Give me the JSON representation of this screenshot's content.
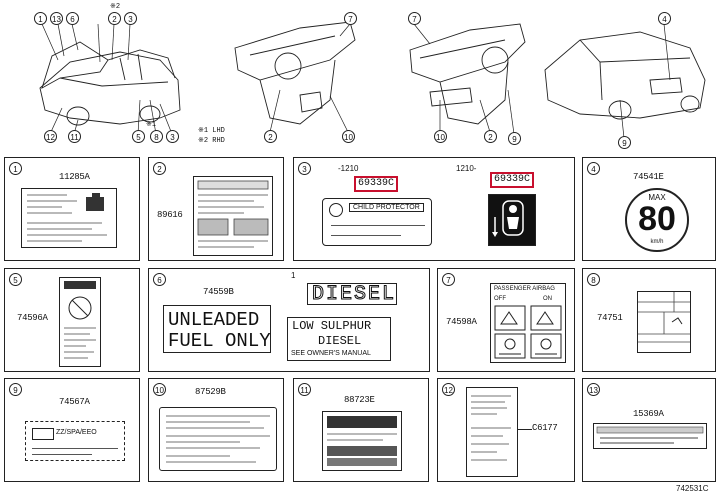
{
  "top_callouts": {
    "car1": [
      "1",
      "13",
      "6",
      "2",
      "3",
      "12",
      "11",
      "5",
      "8",
      "3"
    ],
    "car1_asterisks": [
      "※2",
      "※1"
    ],
    "car2": [
      "7",
      "2",
      "10"
    ],
    "car3": [
      "7",
      "10",
      "2",
      "9"
    ],
    "car4": [
      "4",
      "9"
    ]
  },
  "legend": {
    "lines": [
      "※1 LHD",
      "※2 RHD"
    ]
  },
  "panels": [
    {
      "num": "1",
      "part": "11285A"
    },
    {
      "num": "2",
      "part": "89616"
    },
    {
      "num": "3",
      "part_left": "69339C",
      "part_right": "69339C",
      "left_range": "-1210",
      "right_range": "1210-",
      "label_text": "CHILD PROTECTOR"
    },
    {
      "num": "4",
      "part": "74541E",
      "max": "MAX",
      "speed": "80",
      "unit": "km/h"
    },
    {
      "num": "5",
      "part": "74596A"
    },
    {
      "num": "6",
      "part": "74559B",
      "unleaded_1": "UNLEADED",
      "unleaded_2": "FUEL ONLY",
      "diesel": "DIESEL",
      "low_sulphur": "LOW SULPHUR",
      "diesel2": "DIESEL",
      "see_manual": "SEE OWNER'S MANUAL",
      "mark": "1"
    },
    {
      "num": "7",
      "part": "74598A",
      "title": "PASSENGER AIRBAG",
      "off": "OFF",
      "on": "ON"
    },
    {
      "num": "8",
      "part": "74751"
    },
    {
      "num": "9",
      "part": "74567A",
      "code": "ZZ/SPA/EEO"
    },
    {
      "num": "10",
      "part": "87529B"
    },
    {
      "num": "11",
      "part": "88723E"
    },
    {
      "num": "12",
      "part": "C6177"
    },
    {
      "num": "13",
      "part": "15369A"
    }
  ],
  "footer": {
    "code": "742531C"
  }
}
